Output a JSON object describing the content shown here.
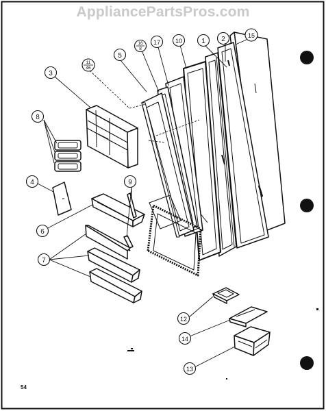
{
  "watermark": "AppliancePartsPros.com",
  "page_number": "54",
  "callouts": {
    "c1": "1",
    "c2": "2",
    "c3": "3",
    "c4": "4",
    "c5": "5",
    "c6": "6",
    "c7": "7",
    "c8": "8",
    "c9": "9",
    "c10": "10",
    "c12": "12",
    "c13": "13",
    "c14": "14",
    "c15": "15",
    "c17": "17",
    "c11_top": "11",
    "c11_bot": "46",
    "c16_top": "16",
    "c16_bot": "8"
  }
}
